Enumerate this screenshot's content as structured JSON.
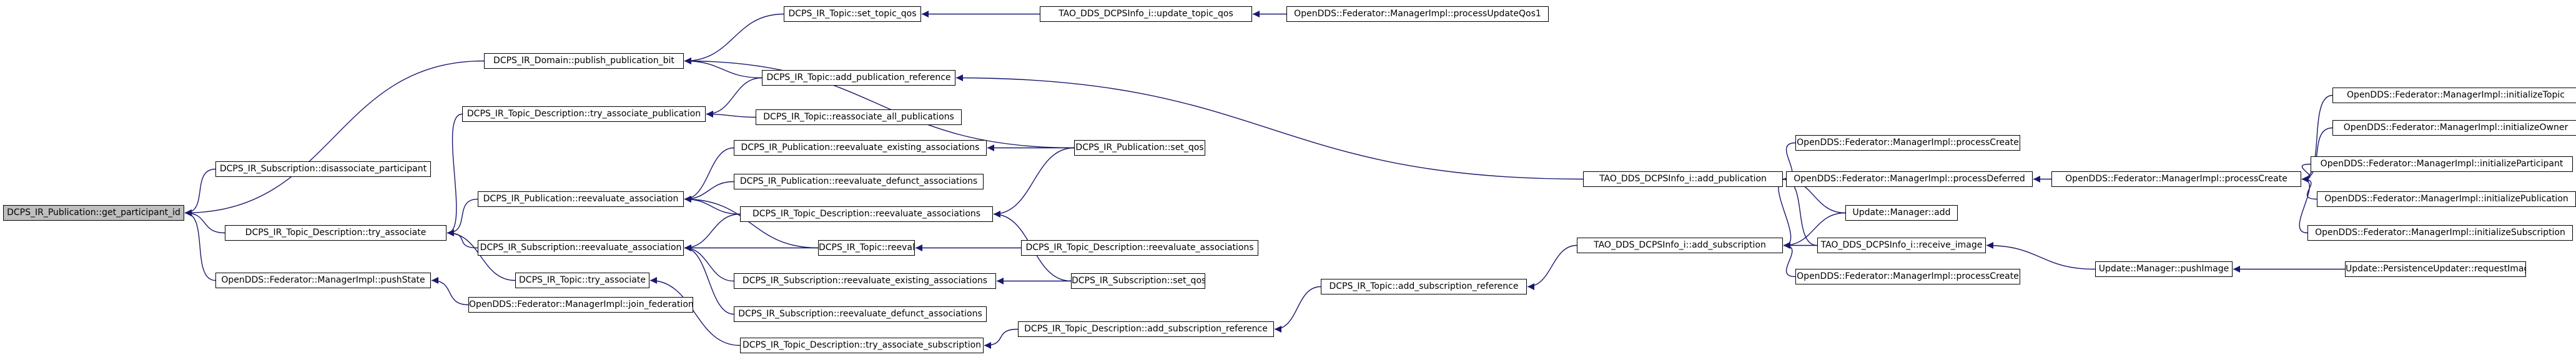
{
  "diagram": {
    "type": "call-graph",
    "root": "n0",
    "nodes": [
      {
        "id": "n0",
        "label": "DCPS_IR_Publication::get_participant_id"
      },
      {
        "id": "n1",
        "label": "DCPS_IR_Subscription::disassociate_participant"
      },
      {
        "id": "n2",
        "label": "DCPS_IR_Topic_Description::try_associate"
      },
      {
        "id": "n3",
        "label": "OpenDDS::Federator::ManagerImpl::pushState"
      },
      {
        "id": "n4",
        "label": "DCPS_IR_Domain::publish_publication_bit"
      },
      {
        "id": "n5",
        "label": "DCPS_IR_Topic_Description::try_associate_publication"
      },
      {
        "id": "n6",
        "label": "DCPS_IR_Publication::reevaluate_association"
      },
      {
        "id": "n7",
        "label": "DCPS_IR_Subscription::reevaluate_association"
      },
      {
        "id": "n8",
        "label": "DCPS_IR_Topic::try_associate"
      },
      {
        "id": "n9",
        "label": "OpenDDS::Federator::ManagerImpl::join_federation"
      },
      {
        "id": "n10",
        "label": "DCPS_IR_Topic::set_topic_qos"
      },
      {
        "id": "n11",
        "label": "TAO_DDS_DCPSInfo_i::update_topic_qos"
      },
      {
        "id": "n12",
        "label": "OpenDDS::Federator::ManagerImpl::processUpdateQos1"
      },
      {
        "id": "n13",
        "label": "DCPS_IR_Topic::add_publication_reference"
      },
      {
        "id": "n14",
        "label": "DCPS_IR_Topic::reassociate_all_publications"
      },
      {
        "id": "n15",
        "label": "DCPS_IR_Publication::reevaluate_existing_associations"
      },
      {
        "id": "n16",
        "label": "DCPS_IR_Publication::reevaluate_defunct_associations"
      },
      {
        "id": "n17",
        "label": "DCPS_IR_Topic_Description::reevaluate_associations"
      },
      {
        "id": "n18",
        "label": "DCPS_IR_Topic::reevaluate_associations"
      },
      {
        "id": "n19",
        "label": "DCPS_IR_Subscription::reevaluate_existing_associations"
      },
      {
        "id": "n20",
        "label": "DCPS_IR_Subscription::reevaluate_defunct_associations"
      },
      {
        "id": "n21",
        "label": "DCPS_IR_Topic_Description::try_associate_subscription"
      },
      {
        "id": "n22",
        "label": "DCPS_IR_Publication::set_qos"
      },
      {
        "id": "n23",
        "label": "DCPS_IR_Topic_Description::reevaluate_associations"
      },
      {
        "id": "n24",
        "label": "DCPS_IR_Subscription::set_qos"
      },
      {
        "id": "n25",
        "label": "DCPS_IR_Topic_Description::add_subscription_reference"
      },
      {
        "id": "n26",
        "label": "DCPS_IR_Topic::add_subscription_reference"
      },
      {
        "id": "n27",
        "label": "TAO_DDS_DCPSInfo_i::add_publication"
      },
      {
        "id": "n28",
        "label": "TAO_DDS_DCPSInfo_i::add_subscription"
      },
      {
        "id": "n29",
        "label": "OpenDDS::Federator::ManagerImpl::processCreate"
      },
      {
        "id": "n30",
        "label": "OpenDDS::Federator::ManagerImpl::processDeferred"
      },
      {
        "id": "n31",
        "label": "Update::Manager::add"
      },
      {
        "id": "n32",
        "label": "TAO_DDS_DCPSInfo_i::receive_image"
      },
      {
        "id": "n33",
        "label": "OpenDDS::Federator::ManagerImpl::processCreate"
      },
      {
        "id": "n34",
        "label": "OpenDDS::Federator::ManagerImpl::processCreate"
      },
      {
        "id": "n35",
        "label": "Update::Manager::pushImage"
      },
      {
        "id": "n36",
        "label": "Update::PersistenceUpdater::requestImage"
      },
      {
        "id": "n37",
        "label": "OpenDDS::Federator::ManagerImpl::initializeTopic"
      },
      {
        "id": "n38",
        "label": "OpenDDS::Federator::ManagerImpl::initializeOwner"
      },
      {
        "id": "n39",
        "label": "OpenDDS::Federator::ManagerImpl::initializeParticipant"
      },
      {
        "id": "n40",
        "label": "OpenDDS::Federator::ManagerImpl::initializePublication"
      },
      {
        "id": "n41",
        "label": "OpenDDS::Federator::ManagerImpl::initializeSubscription"
      }
    ],
    "edges": [
      {
        "from": "n1",
        "to": "n0"
      },
      {
        "from": "n2",
        "to": "n0"
      },
      {
        "from": "n3",
        "to": "n0"
      },
      {
        "from": "n4",
        "to": "n0"
      },
      {
        "from": "n5",
        "to": "n2"
      },
      {
        "from": "n6",
        "to": "n2"
      },
      {
        "from": "n7",
        "to": "n2"
      },
      {
        "from": "n8",
        "to": "n2"
      },
      {
        "from": "n9",
        "to": "n3"
      },
      {
        "from": "n10",
        "to": "n4"
      },
      {
        "from": "n13",
        "to": "n4"
      },
      {
        "from": "n22",
        "to": "n4"
      },
      {
        "from": "n11",
        "to": "n10"
      },
      {
        "from": "n12",
        "to": "n11"
      },
      {
        "from": "n14",
        "to": "n5"
      },
      {
        "from": "n13",
        "to": "n5"
      },
      {
        "from": "n15",
        "to": "n6"
      },
      {
        "from": "n16",
        "to": "n6"
      },
      {
        "from": "n17",
        "to": "n6"
      },
      {
        "from": "n18",
        "to": "n6"
      },
      {
        "from": "n17",
        "to": "n7"
      },
      {
        "from": "n18",
        "to": "n7"
      },
      {
        "from": "n19",
        "to": "n7"
      },
      {
        "from": "n20",
        "to": "n7"
      },
      {
        "from": "n21",
        "to": "n8"
      },
      {
        "from": "n25",
        "to": "n21"
      },
      {
        "from": "n26",
        "to": "n25"
      },
      {
        "from": "n22",
        "to": "n15"
      },
      {
        "from": "n22",
        "to": "n17"
      },
      {
        "from": "n24",
        "to": "n17"
      },
      {
        "from": "n23",
        "to": "n18"
      },
      {
        "from": "n24",
        "to": "n19"
      },
      {
        "from": "n27",
        "to": "n13"
      },
      {
        "from": "n28",
        "to": "n26"
      },
      {
        "from": "n29",
        "to": "n27"
      },
      {
        "from": "n30",
        "to": "n27"
      },
      {
        "from": "n31",
        "to": "n27"
      },
      {
        "from": "n32",
        "to": "n27"
      },
      {
        "from": "n30",
        "to": "n28"
      },
      {
        "from": "n31",
        "to": "n28"
      },
      {
        "from": "n32",
        "to": "n28"
      },
      {
        "from": "n33",
        "to": "n28"
      },
      {
        "from": "n34",
        "to": "n30"
      },
      {
        "from": "n35",
        "to": "n32"
      },
      {
        "from": "n36",
        "to": "n35"
      },
      {
        "from": "n37",
        "to": "n34"
      },
      {
        "from": "n38",
        "to": "n34"
      },
      {
        "from": "n39",
        "to": "n34"
      },
      {
        "from": "n40",
        "to": "n34"
      },
      {
        "from": "n41",
        "to": "n34"
      }
    ],
    "colors": {
      "node_fill": "#ffffff",
      "root_fill": "#bfbfbf",
      "edge": "#191970",
      "border": "#000000"
    }
  }
}
